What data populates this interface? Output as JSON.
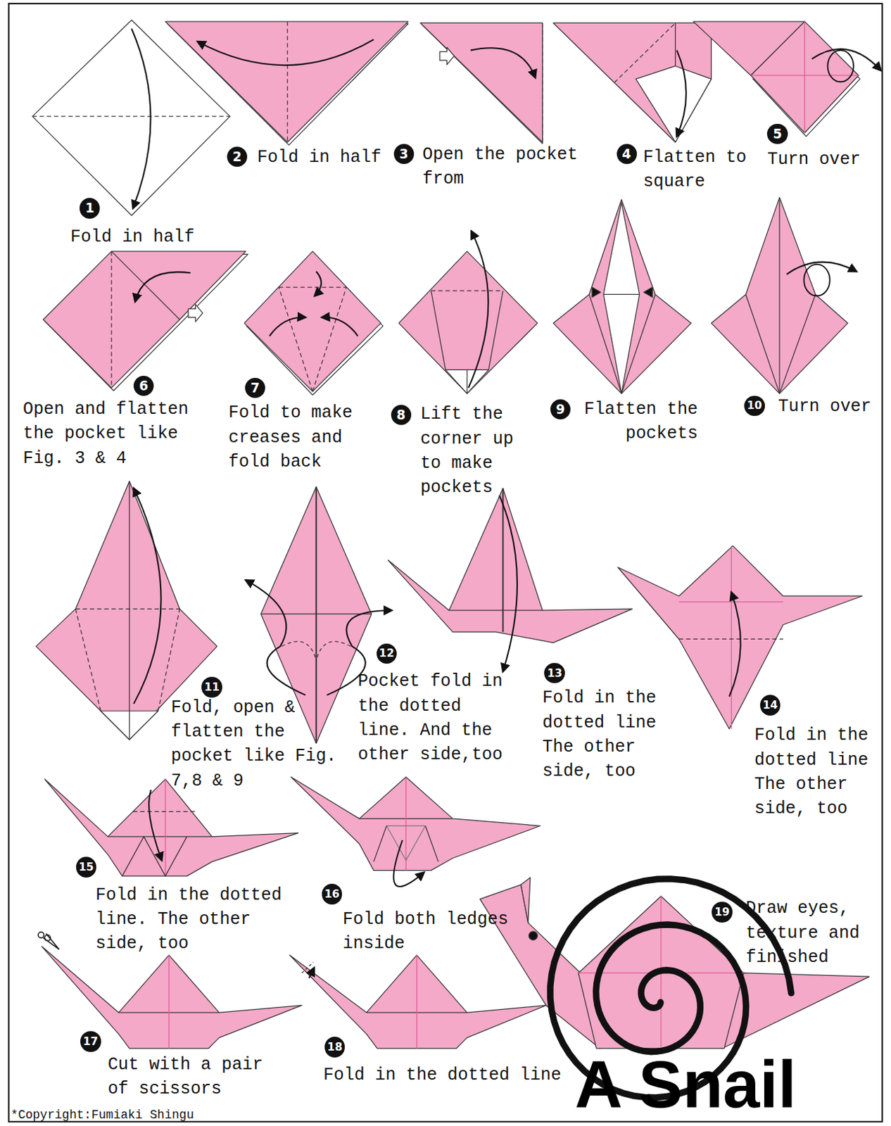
{
  "diagram": {
    "title": "A Snail",
    "nodes": [
      {
        "text": [
          "1"
        ]
      },
      {
        "text": [
          "2"
        ]
      },
      {
        "text": [
          "3"
        ]
      },
      {
        "text": [
          "4"
        ]
      },
      {
        "text": [
          "5"
        ]
      },
      {
        "text": [
          "6"
        ]
      },
      {
        "text": [
          "7"
        ]
      },
      {
        "text": [
          "8"
        ]
      },
      {
        "text": [
          "9"
        ]
      },
      {
        "text": [
          "10"
        ]
      },
      {
        "text": [
          "11"
        ]
      },
      {
        "text": [
          "12"
        ]
      },
      {
        "text": [
          "13"
        ]
      },
      {
        "text": [
          "14"
        ]
      },
      {
        "text": [
          "15"
        ]
      },
      {
        "text": [
          "16"
        ]
      },
      {
        "text": [
          "17"
        ]
      },
      {
        "text": [
          "18"
        ]
      },
      {
        "text": [
          "19"
        ]
      }
    ],
    "labels": [
      "Fold in half",
      "Fold in half",
      "Open the pocket from",
      "Flatten to square",
      "Turn over",
      "Open and flatten the pocket like Fig. 3 & 4",
      "Fold to make creases and fold back",
      "Lift the corner up to make pockets",
      "Flatten the pockets",
      "Turn over",
      "Fold, open & flatten the pocket like Fig. 7,8 & 9",
      "Pocket fold in the dotted line. And the other side,too",
      "Fold in the dotted line The other side, too",
      "Fold in the dotted line The other side, too",
      "Fold in the dotted line. The other side, too",
      "Fold both ledges inside",
      "Cut with a pair of scissors",
      "Fold in the dotted line",
      "Draw eyes, texture and finished",
      "*Copyright:Fumiaki Shingu"
    ]
  }
}
